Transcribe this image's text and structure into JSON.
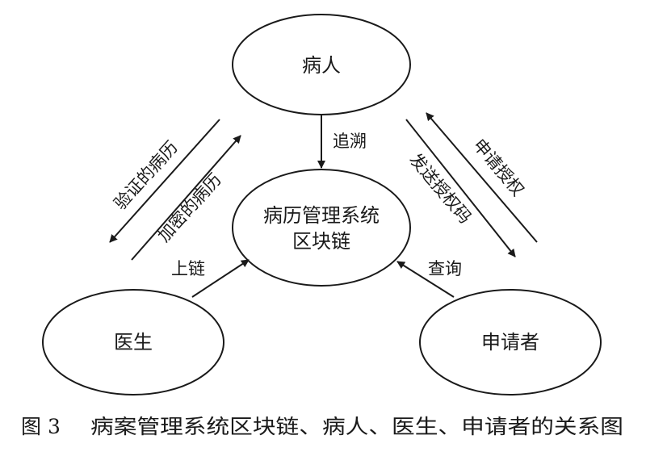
{
  "nodes": {
    "patient": "病人",
    "system_line1": "病历管理系统",
    "system_line2": "区块链",
    "doctor": "医生",
    "applicant": "申请者"
  },
  "edges": {
    "trace": "追溯",
    "verify_record": "验证的病历",
    "encrypted_record": "加密的病历",
    "upload_chain": "上链",
    "send_auth_code": "发送授权码",
    "request_auth": "申请授权",
    "query": "查询"
  },
  "caption": {
    "figure_number": "图 3",
    "text": "病案管理系统区块链、病人、医生、申请者的关系图"
  }
}
